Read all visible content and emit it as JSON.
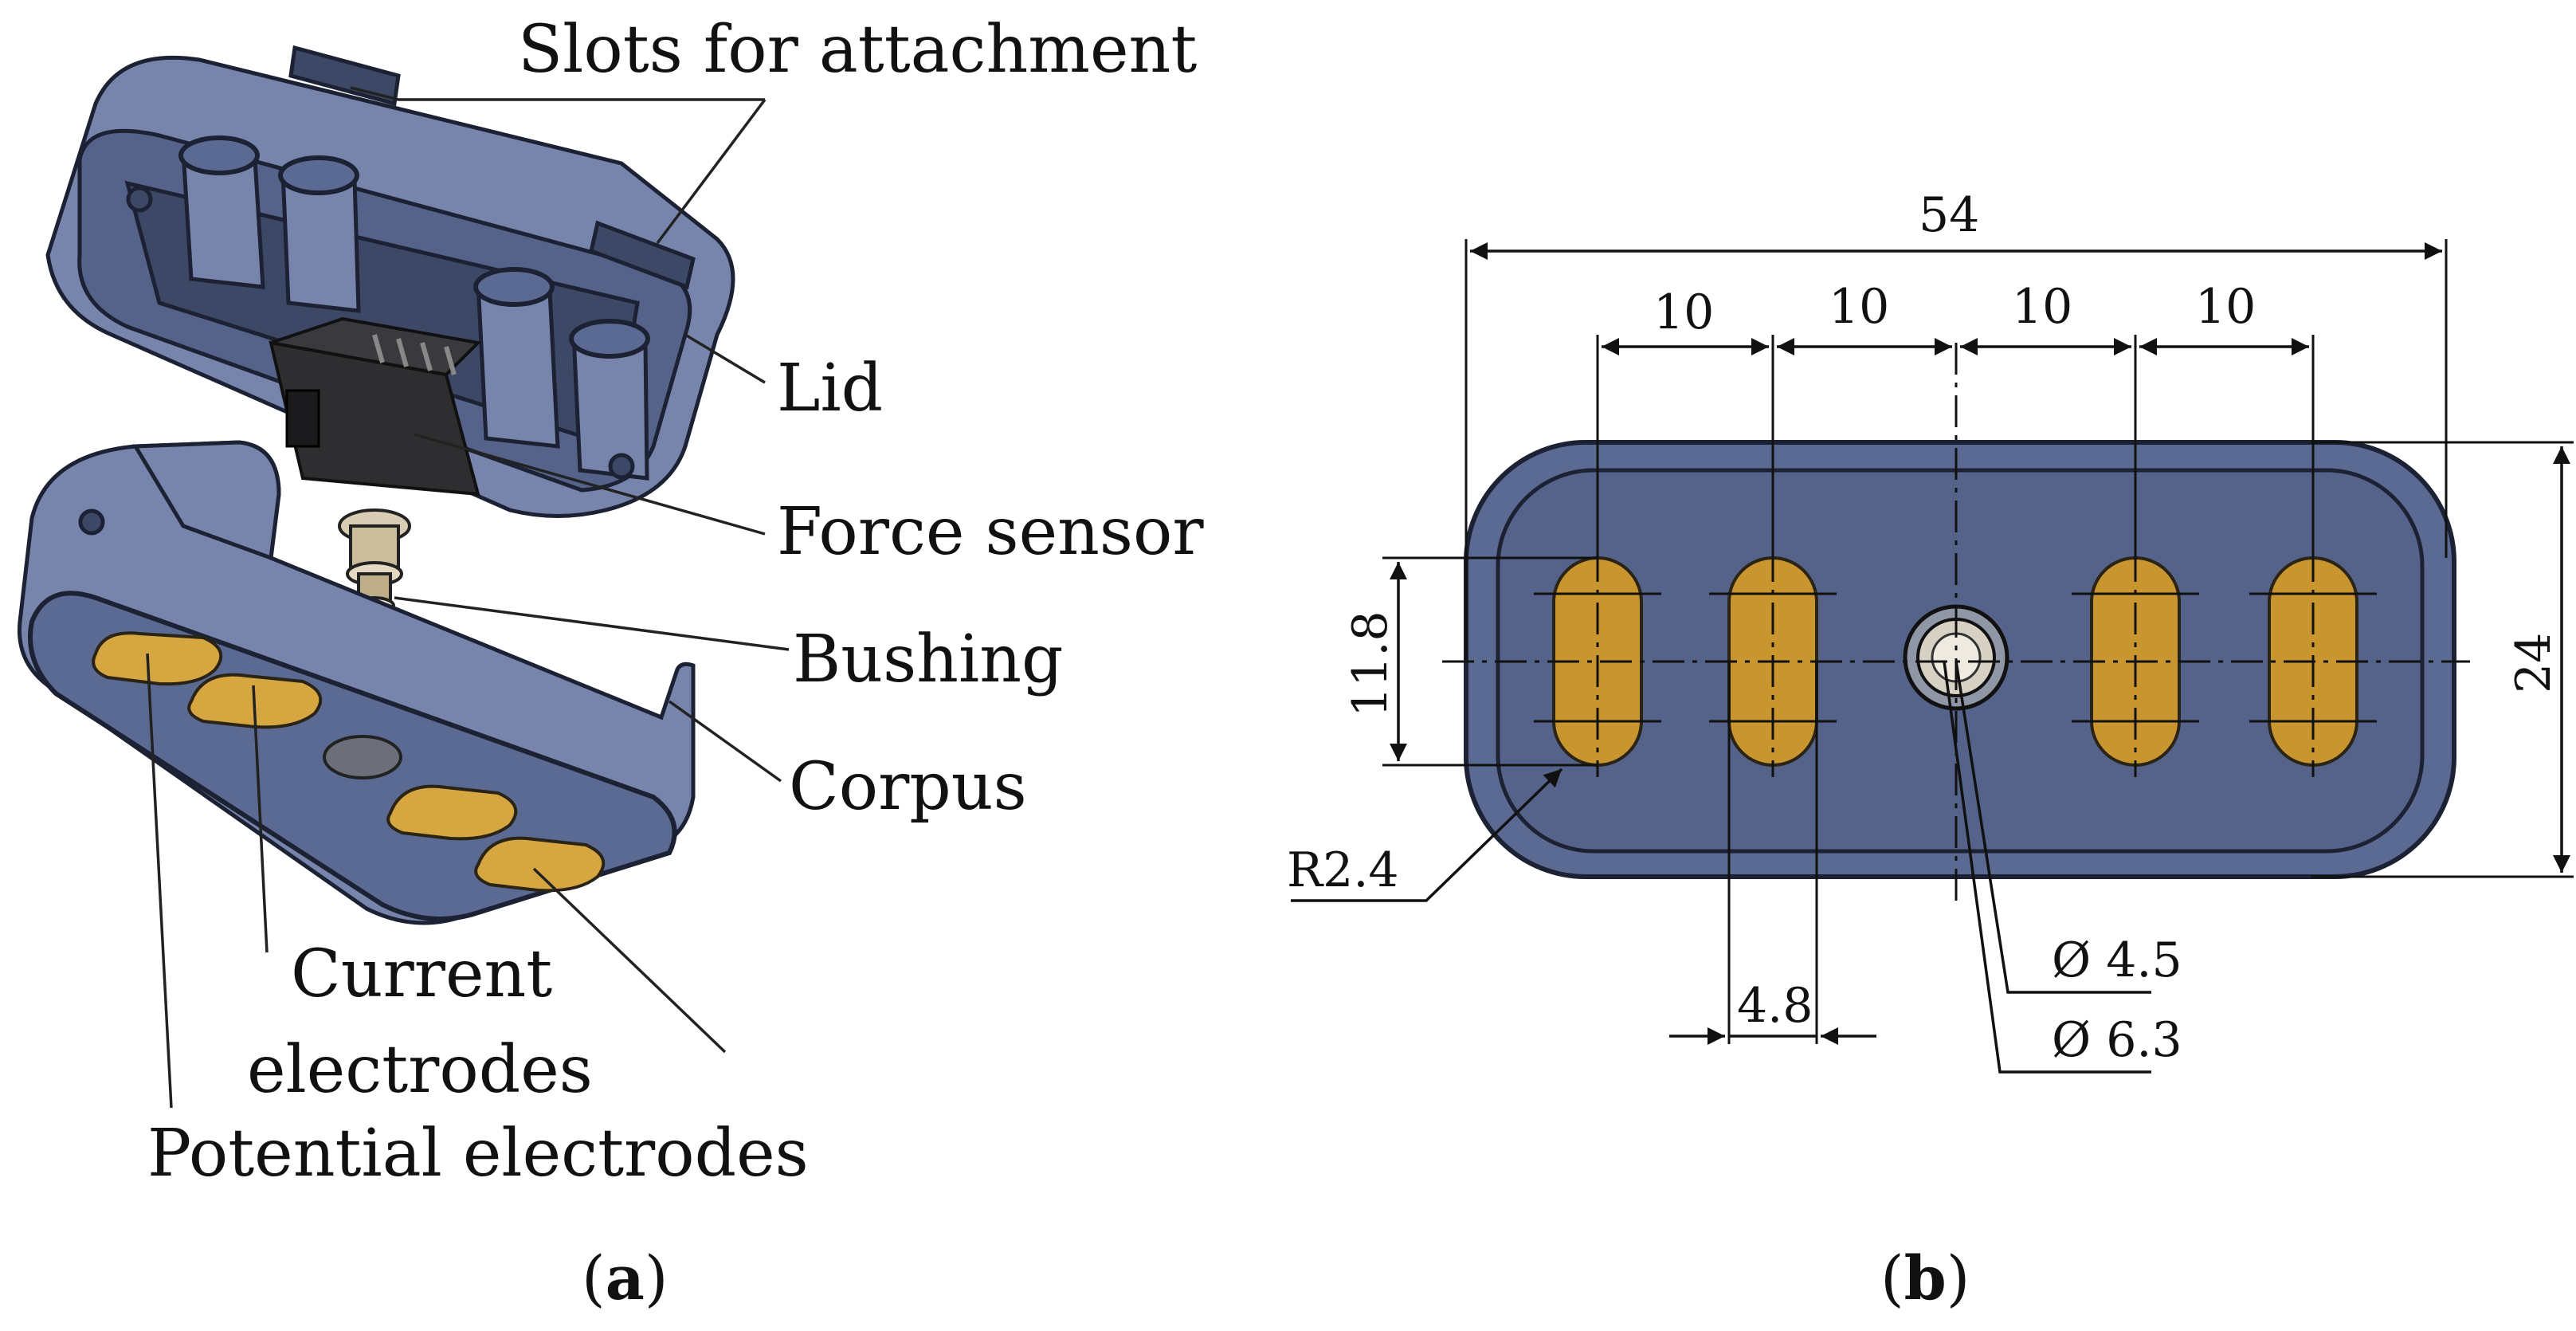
{
  "panel_a": {
    "label_open": "(",
    "label_letter": "a",
    "label_close": ")",
    "callouts": {
      "slots": "Slots for attachment",
      "lid": "Lid",
      "force_sensor": "Force sensor",
      "bushing": "Bushing",
      "corpus": "Corpus",
      "current_line1": "Current",
      "current_line2": "electrodes",
      "potential": "Potential electrodes"
    }
  },
  "panel_b": {
    "label_open": "(",
    "label_letter": "b",
    "label_close": ")",
    "dimensions": {
      "overall_length": "54",
      "pitch_1": "10",
      "pitch_2": "10",
      "pitch_3": "10",
      "pitch_4": "10",
      "electrode_length": "11.8",
      "overall_width": "24",
      "radius": "R2.4",
      "electrode_width": "4.8",
      "hole_small": "Ø 4.5",
      "hole_large": "Ø 6.3"
    }
  }
}
